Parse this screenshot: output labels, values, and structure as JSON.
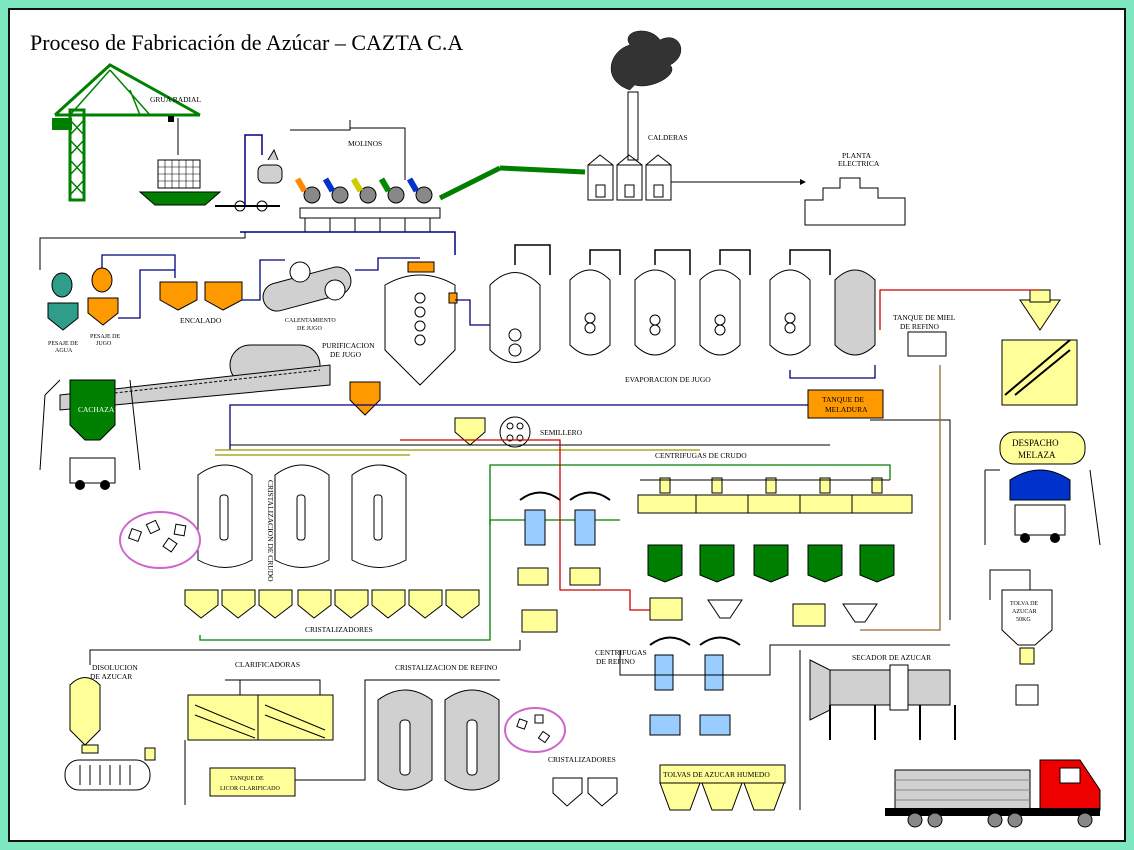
{
  "title": "Proceso de Fabricación de Azúcar – CAZTA C.A",
  "labels": {
    "grua": "GRUA RADIAL",
    "molinos": "MOLINOS",
    "calderas": "CALDERAS",
    "planta1": "PLANTA",
    "planta2": "ELECTRICA",
    "calentamiento1": "CALENTAMIENTO",
    "calentamiento2": "DE JUGO",
    "encalado": "ENCALADO",
    "pesaje_jugo1": "PESAJE DE",
    "pesaje_jugo2": "JUGO",
    "pesaje_agua1": "PESAJE DE",
    "pesaje_agua2": "AGUA",
    "purificacion1": "PURIFICACION",
    "purificacion2": "DE JUGO",
    "evaporacion": "EVAPORACION DE JUGO",
    "tanque_miel1": "TANQUE DE MIEL",
    "tanque_miel2": "DE REFINO",
    "tanque_meladura1": "TANQUE DE",
    "tanque_meladura2": "MELADURA",
    "cachaza": "CACHAZA",
    "semillero": "SEMILLERO",
    "centrifugas_crudo": "CENTRIFUGAS DE CRUDO",
    "cristalizacion_crudo": "CRISTALIZACION DE CRUDO",
    "despacho1": "DESPACHO",
    "despacho2": "MELAZA",
    "cristalizadores": "CRISTALIZADORES",
    "tolva1": "TOLVA DE",
    "tolva2": "AZUCAR",
    "tolva3": "50KG",
    "disolucion1": "DISOLUCION",
    "disolucion2": "DE AZUCAR",
    "clarificadoras": "CLARIFICADORAS",
    "cristalizacion_refino": "CRISTALIZACION DE REFINO",
    "centrifugas_refino1": "CENTRIFUGAS",
    "centrifugas_refino2": "DE REFINO",
    "secador": "SECADOR DE AZUCAR",
    "tanques_licor1": "TANQUE DE",
    "tanques_licor2": "LICOR CLARIFICADO",
    "cristalizadores_refino": "CRISTALIZADORES",
    "tolvas_humedo": "TOLVAS DE AZUCAR HUMEDO"
  },
  "colors": {
    "background": "#7ee8c0",
    "yellow": "#ffff99",
    "orange": "#ff9900",
    "green": "#008000",
    "gray": "#c0c0c0",
    "blue_line": "#000080",
    "red_line": "#cc0000",
    "olive_line": "#999900",
    "green_line": "#008000",
    "brown_line": "#996633",
    "light_blue": "#99ccff",
    "truck_red": "#ee0000"
  }
}
